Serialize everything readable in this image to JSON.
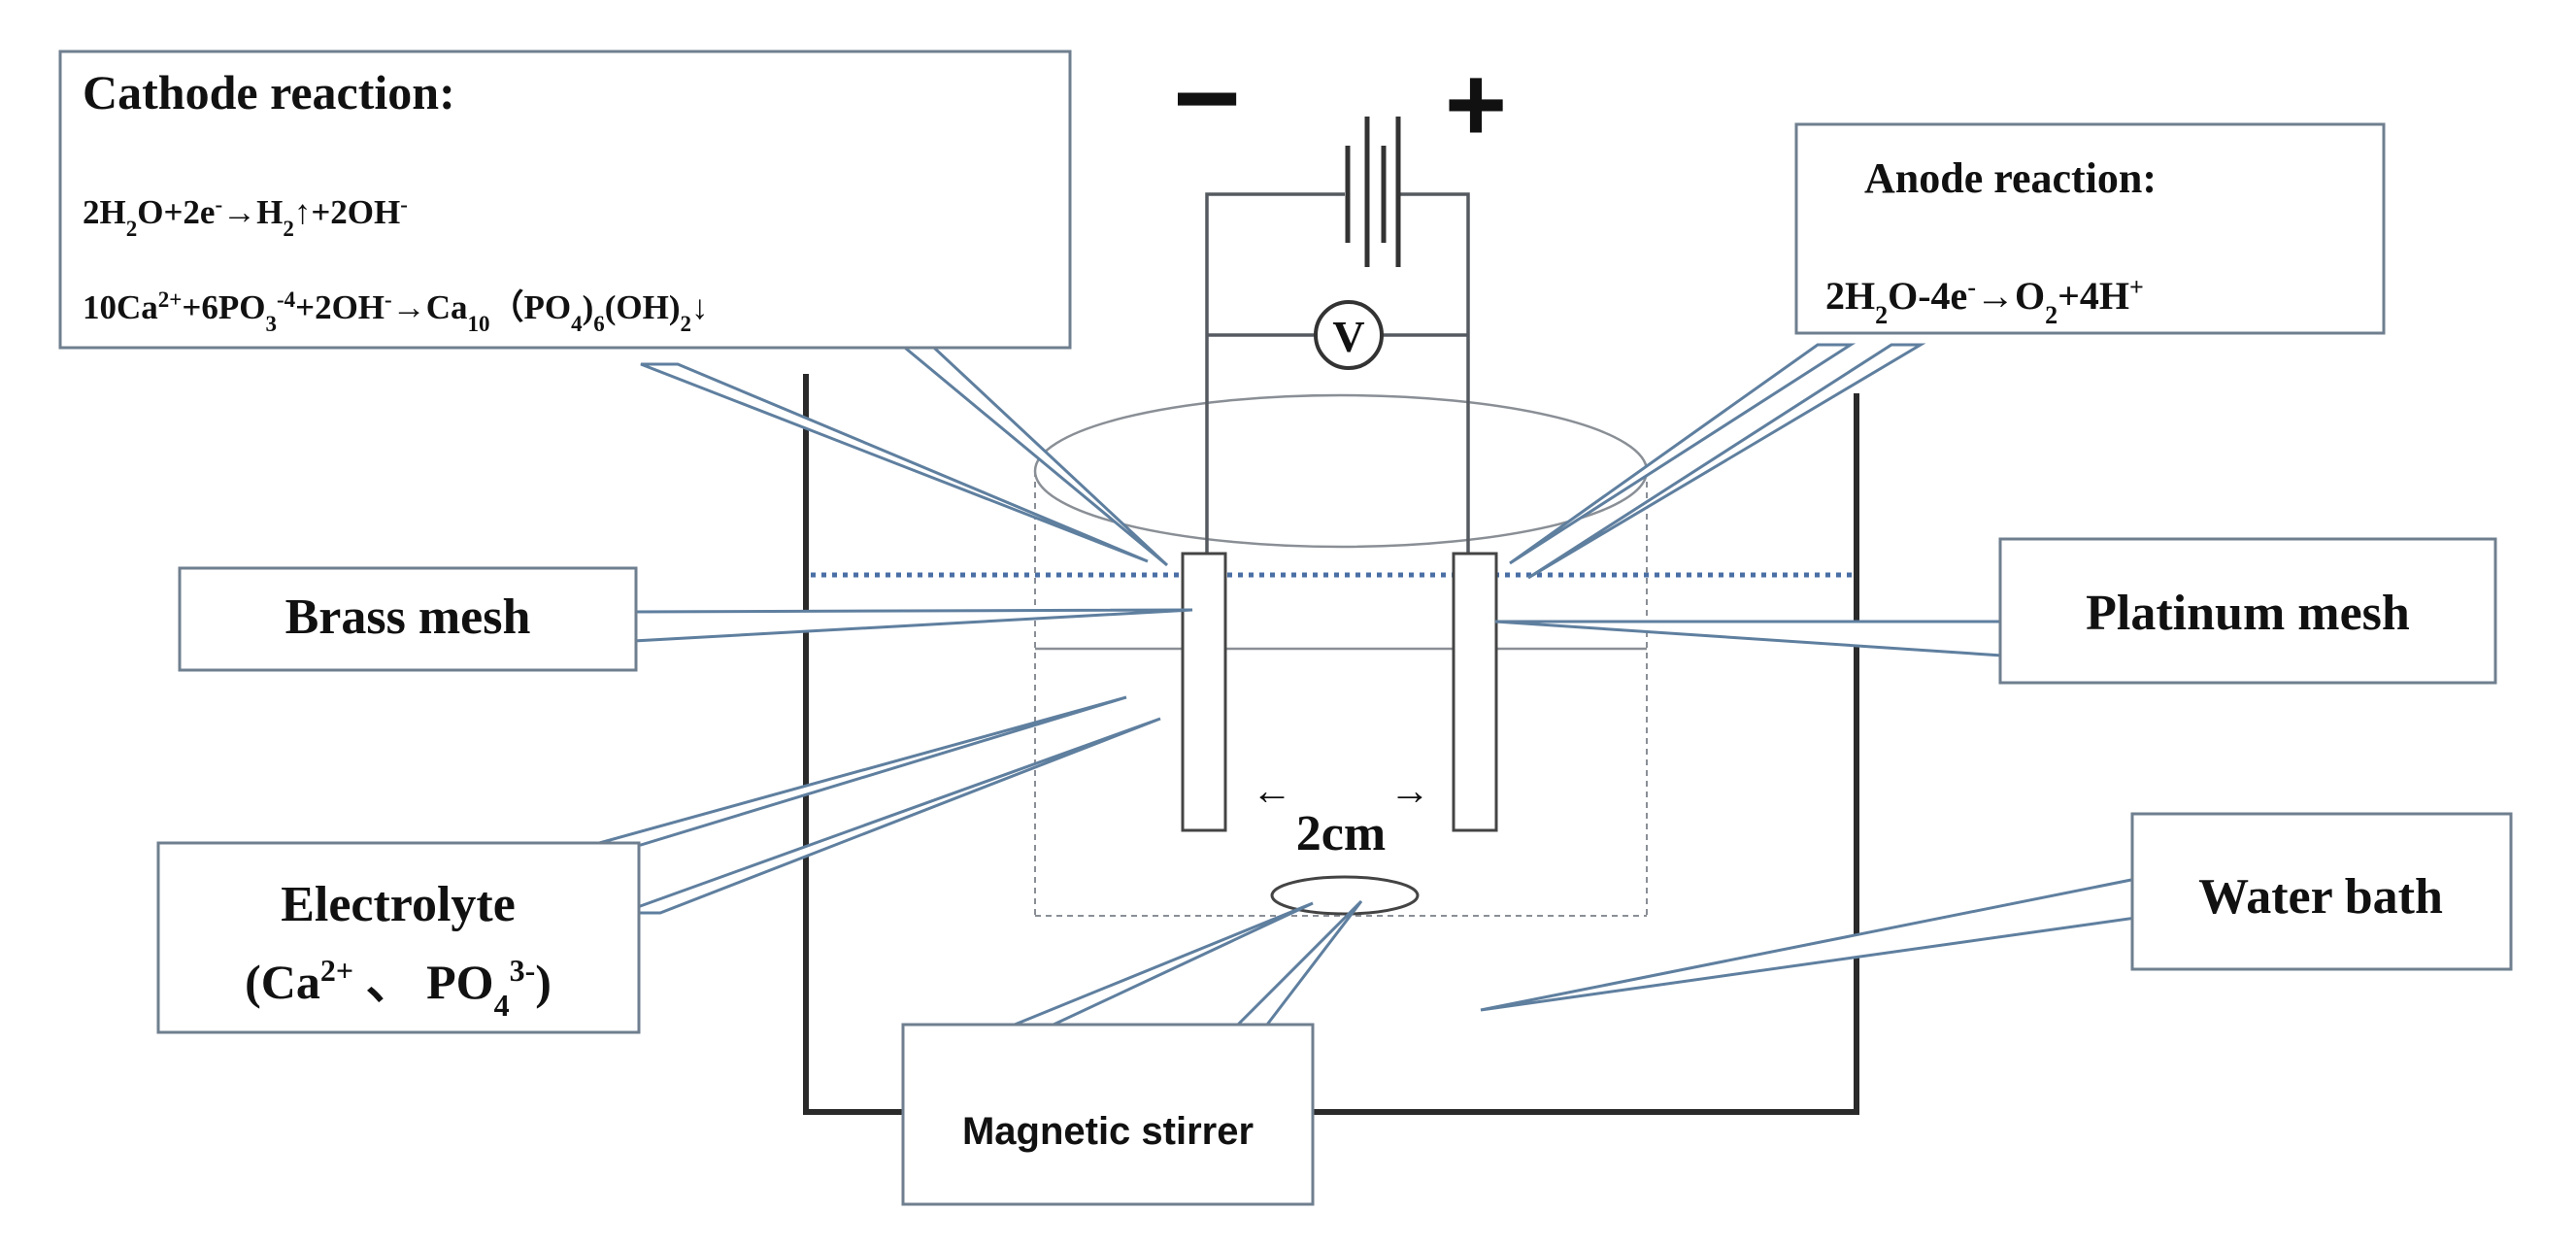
{
  "cathode": {
    "title": "Cathode reaction:",
    "eq1": {
      "a": "2H",
      "b": "2",
      "c": "O+2e",
      "d": "-",
      "e": "→H",
      "f": "2",
      "g": "↑+2OH",
      "h": "-"
    },
    "eq2": {
      "a": "10Ca",
      "b": "2+",
      "c": "+6PO",
      "d": "3",
      "e": "-4",
      "f": "+2OH",
      "g": "-",
      "h": "→Ca",
      "i": "10",
      "j": "（PO",
      "k": "4",
      "l": ")",
      "m": "6",
      "n": "(OH)",
      "o": "2",
      "p": "↓"
    }
  },
  "anode": {
    "title": "Anode reaction:",
    "eq": {
      "a": "2H",
      "b": "2",
      "c": "O-4e",
      "d": "-",
      "e": "→O",
      "f": "2",
      "g": "+4H",
      "h": "+"
    }
  },
  "battery": {
    "minus": "−",
    "plus": "+"
  },
  "voltmeter": "V",
  "labels": {
    "brass_mesh": "Brass mesh",
    "platinum_mesh": "Platinum mesh",
    "electrolyte_line1": "Electrolyte",
    "electrolyte_line2": {
      "a": "(Ca",
      "b": "2+",
      "c": " 、 PO",
      "d": "4",
      "e": "3-",
      "f": ")"
    },
    "water_bath": "Water bath",
    "magnetic_stirrer": "Magnetic stirrer",
    "gap": "2cm",
    "gap_arrow_left": "←",
    "gap_arrow_right": "→"
  }
}
